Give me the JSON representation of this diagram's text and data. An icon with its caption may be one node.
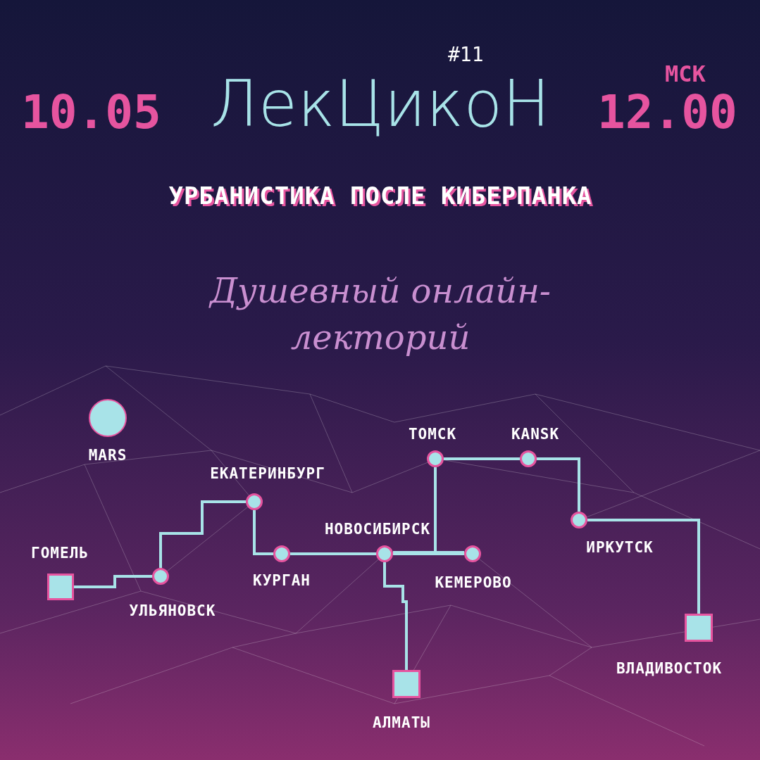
{
  "diagram": {
    "title": "ЛекЦикоН",
    "nodes": [
      {
        "text": [
          "MARS"
        ]
      },
      {
        "text": [
          "ГОМЕЛЬ"
        ]
      },
      {
        "text": [
          "УЛЬЯНОВСК"
        ]
      },
      {
        "text": [
          "ЕКАТЕРИНБУРГ"
        ]
      },
      {
        "text": [
          "КУРГАН"
        ]
      },
      {
        "text": [
          "НОВОСИБИРСК"
        ]
      },
      {
        "text": [
          "КЕМЕРОВО"
        ]
      },
      {
        "text": [
          "ТОМСК"
        ]
      },
      {
        "text": [
          "KANSK"
        ]
      },
      {
        "text": [
          "ИРКУТСК"
        ]
      },
      {
        "text": [
          "ВЛАДИВОСТОК"
        ]
      },
      {
        "text": [
          "АЛМАТЫ"
        ]
      }
    ],
    "edges": [
      {
        "from": 1,
        "to": 2,
        "arrow": "none"
      },
      {
        "from": 2,
        "to": 3,
        "arrow": "none"
      },
      {
        "from": 3,
        "to": 4,
        "arrow": "none"
      },
      {
        "from": 4,
        "to": 5,
        "arrow": "none"
      },
      {
        "from": 5,
        "to": 6,
        "arrow": "none"
      },
      {
        "from": 7,
        "to": 5,
        "arrow": "none"
      },
      {
        "from": 7,
        "to": 6,
        "arrow": "none"
      },
      {
        "from": 5,
        "to": 11,
        "arrow": "none"
      },
      {
        "from": 7,
        "to": 8,
        "arrow": "none"
      },
      {
        "from": 8,
        "to": 9,
        "arrow": "none"
      },
      {
        "from": 9,
        "to": 10,
        "arrow": "none"
      }
    ],
    "labels": [
      "#11",
      "10.05",
      "МСК",
      "12.00",
      "УРБАНИСТИКА ПОСЛЕ КИБЕРПАНКА",
      "Душевный онлайн-лекторий"
    ]
  }
}
